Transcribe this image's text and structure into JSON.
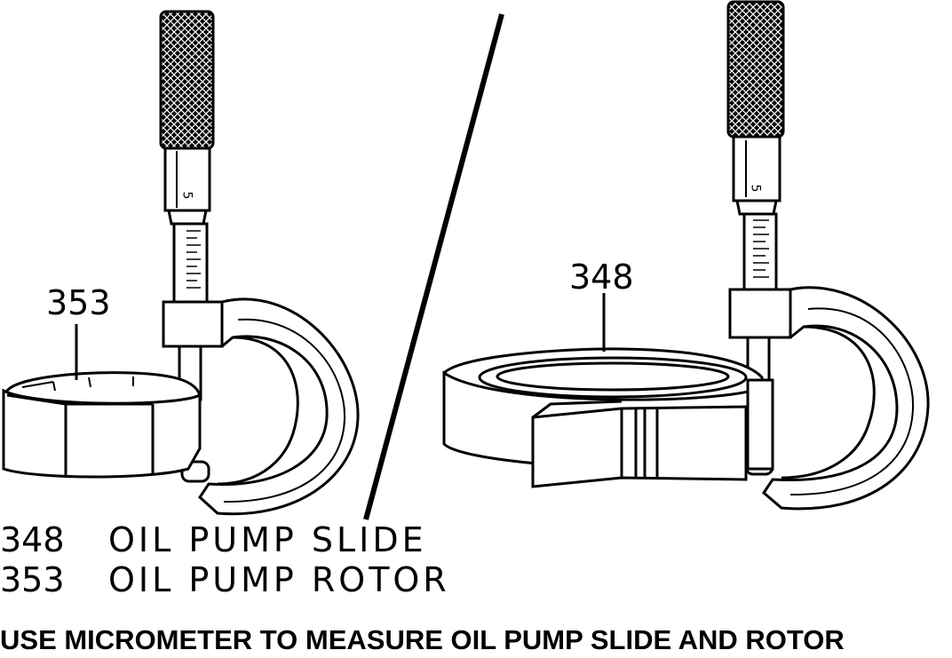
{
  "callouts": {
    "left": "353",
    "right": "348"
  },
  "legend": [
    {
      "number": "348",
      "text": "OIL PUMP SLIDE"
    },
    {
      "number": "353",
      "text": "OIL PUMP ROTOR"
    }
  ],
  "thimble_mark": "5",
  "caption": "USE MICROMETER TO MEASURE OIL PUMP SLIDE AND ROTOR"
}
